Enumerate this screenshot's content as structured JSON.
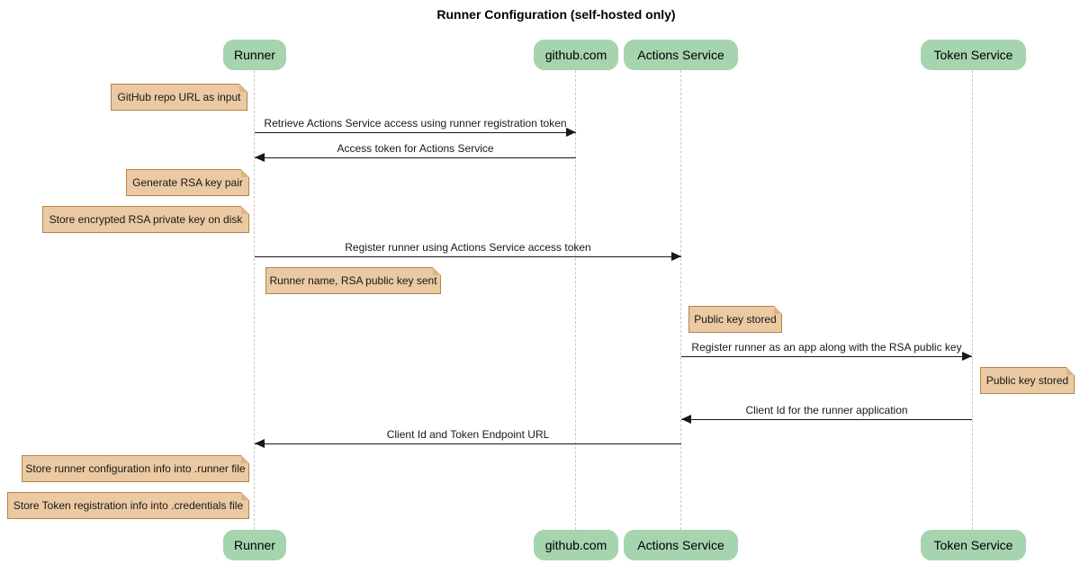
{
  "title": "Runner Configuration (self-hosted only)",
  "participants": [
    {
      "label": "Runner"
    },
    {
      "label": "github.com"
    },
    {
      "label": "Actions Service"
    },
    {
      "label": "Token Service"
    }
  ],
  "messages": [
    {
      "from": "Runner",
      "to": "github.com",
      "text": "Retrieve Actions Service access using runner registration token"
    },
    {
      "from": "github.com",
      "to": "Runner",
      "text": "Access token for Actions Service"
    },
    {
      "from": "Runner",
      "to": "Actions Service",
      "text": "Register runner using Actions Service access token"
    },
    {
      "from": "Actions Service",
      "to": "Token Service",
      "text": "Register runner as an app along with the RSA public key"
    },
    {
      "from": "Token Service",
      "to": "Actions Service",
      "text": "Client Id for the runner application"
    },
    {
      "from": "Actions Service",
      "to": "Runner",
      "text": "Client Id and Token Endpoint URL"
    }
  ],
  "notes": [
    {
      "position": "left of Runner",
      "text": "GitHub repo URL as input"
    },
    {
      "position": "left of Runner",
      "text": "Generate RSA key pair"
    },
    {
      "position": "left of Runner",
      "text": "Store encrypted RSA private key on disk"
    },
    {
      "position": "right of Runner",
      "text": "Runner name, RSA public key sent"
    },
    {
      "position": "right of Actions Service",
      "text": "Public key stored"
    },
    {
      "position": "right of Token Service",
      "text": "Public key stored"
    },
    {
      "position": "left of Runner",
      "text": "Store runner configuration info into .runner file"
    },
    {
      "position": "left of Runner",
      "text": "Store Token registration info into .credentials file"
    }
  ],
  "colors": {
    "participant_fill": "#A5D4AE",
    "note_fill": "#EBC9A2",
    "note_border": "#B5834E",
    "lifeline": "#C8C8C8",
    "message": "#181818",
    "background": "#FFFFFF"
  }
}
